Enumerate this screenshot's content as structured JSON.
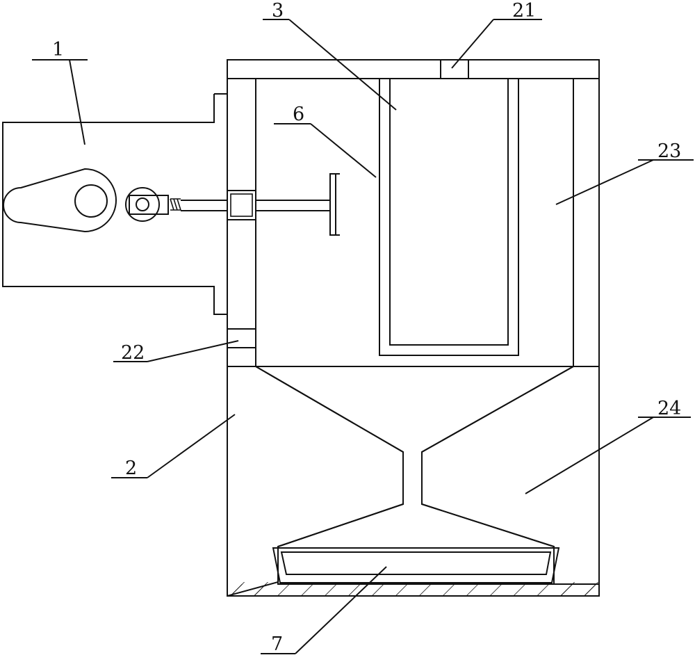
{
  "labels": {
    "l1": "1",
    "l2": "2",
    "l3": "3",
    "l6": "6",
    "l7": "7",
    "l21": "21",
    "l22": "22",
    "l23": "23",
    "l24": "24"
  },
  "colors": {
    "stroke": "#111111",
    "background": "#ffffff"
  }
}
